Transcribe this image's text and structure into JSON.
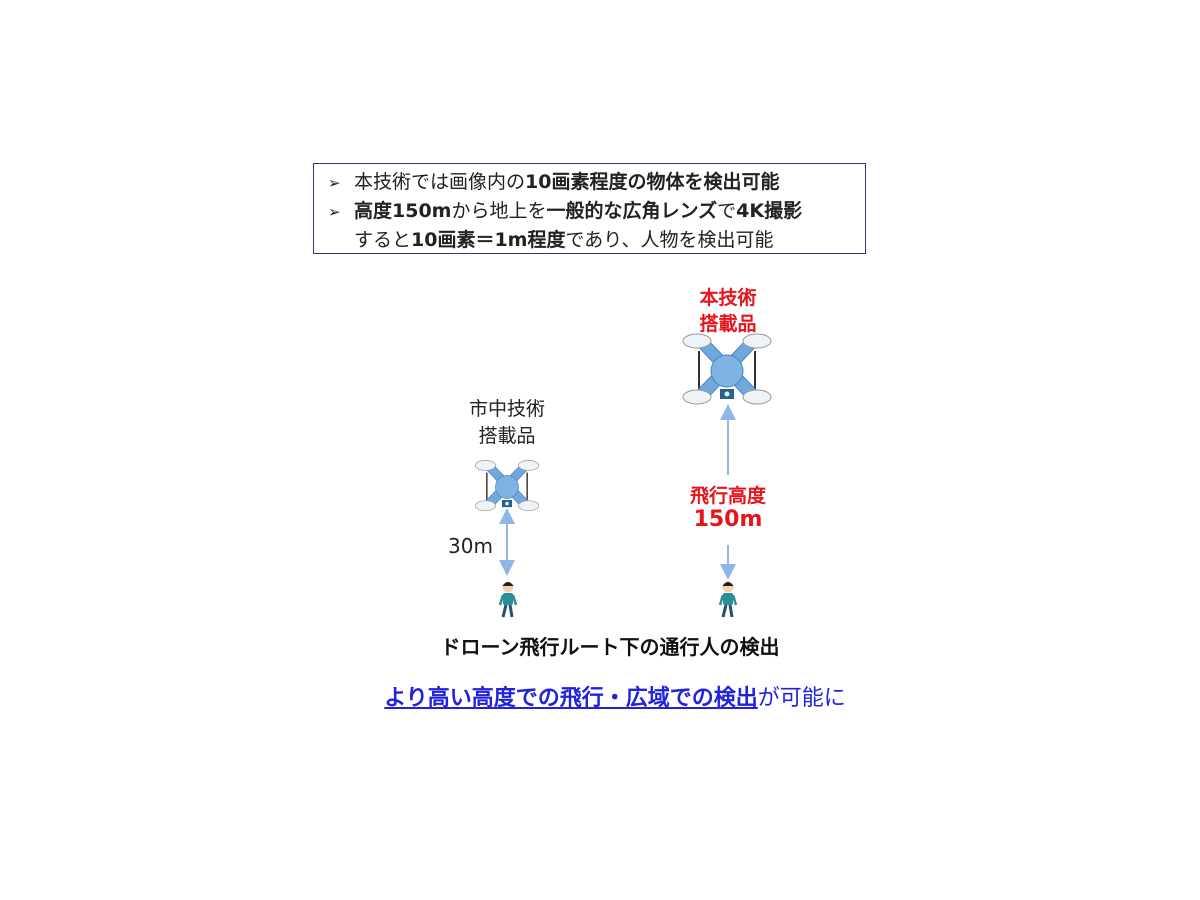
{
  "info_box": {
    "line1": {
      "bullet": "➢",
      "normal": "本技術では画像内の",
      "bold": "10画素程度の物体を検出可能"
    },
    "line2": {
      "bullet": "➢",
      "bold1": "高度150m",
      "normal1": "から地上を",
      "bold2": "一般的な広角レンズ",
      "normal2": "で",
      "bold3": "4K撮影"
    },
    "line3": {
      "normal1": "すると",
      "bold1": "10画素＝1m程度",
      "normal2": "であり、人物を検出可能"
    }
  },
  "left_drone": {
    "label_line1": "市中技術",
    "label_line2": "搭載品",
    "distance": "30m"
  },
  "right_drone": {
    "label_line1": "本技術",
    "label_line2": "搭載品",
    "altitude_label": "飛行高度",
    "altitude_value": "150m"
  },
  "caption": "ドローン飛行ルート下の通行人の検出",
  "conclusion": {
    "highlight": "より高い高度での飛行・広域での検出",
    "rest": "が可能に"
  },
  "colors": {
    "red": "#e8141c",
    "blue": "#2222dd",
    "arrow": "#8fb6e6",
    "drone": "#6fa8dc"
  }
}
